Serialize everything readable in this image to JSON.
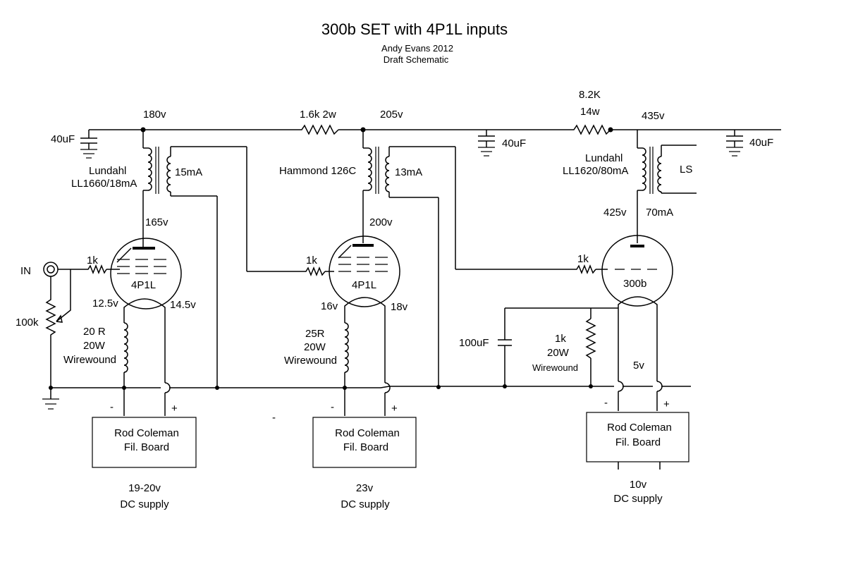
{
  "title": "300b SET with 4P1L inputs",
  "author": "Andy Evans 2012",
  "subtitle": "Draft Schematic",
  "labels": {
    "cap1": "40uF",
    "v180": "180v",
    "r16k": "1.6k 2w",
    "v205": "205v",
    "cap2": "40uF",
    "r82k": "8.2K",
    "r82k_w": "14w",
    "v435": "435v",
    "cap3": "40uF",
    "t1_name": "Lundahl",
    "t1_model": "LL1660/18mA",
    "t1_ma": "15mA",
    "t2_name": "Hammond 126C",
    "t2_ma": "13mA",
    "t3_name": "Lundahl",
    "t3_model": "LL1620/80mA",
    "ls": "LS",
    "v165": "165v",
    "v200": "200v",
    "v425": "425v",
    "ma70": "70mA",
    "in": "IN",
    "r1k_a": "1k",
    "r1k_b": "1k",
    "r1k_c": "1k",
    "tube1": "4P1L",
    "tube2": "4P1L",
    "tube3": "300b",
    "r100k": "100k",
    "v125": "12.5v",
    "v145": "14.5v",
    "v16": "16v",
    "v18": "18v",
    "rf1_a": "20 R",
    "rf1_b": "20W",
    "rf1_c": "Wirewound",
    "rf2_a": "25R",
    "rf2_b": "20W",
    "rf2_c": "Wirewound",
    "cap100": "100uF",
    "rk_a": "1k",
    "rk_b": "20W",
    "rk_c": "Wirewound",
    "v5": "5v",
    "minus1": "-",
    "plus1": "+",
    "minus_stray": "-",
    "minus2": "-",
    "plus2": "+",
    "minus3": "-",
    "plus3": "+",
    "board1_a": "Rod Coleman",
    "board1_b": "Fil. Board",
    "board2_a": "Rod Coleman",
    "board2_b": "Fil. Board",
    "board3_a": "Rod Coleman",
    "board3_b": "Fil. Board",
    "sup1_a": "19-20v",
    "sup1_b": "DC supply",
    "sup2_a": "23v",
    "sup2_b": "DC supply",
    "sup3_a": "10v",
    "sup3_b": "DC supply"
  }
}
